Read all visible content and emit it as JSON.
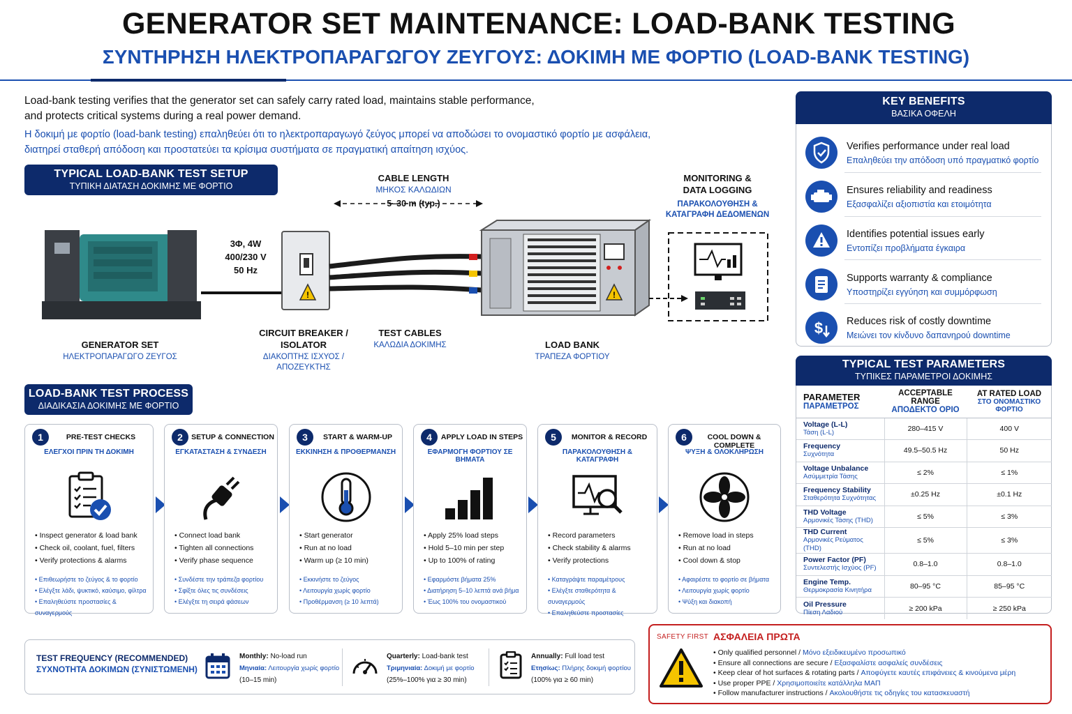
{
  "title": {
    "en": "GENERATOR SET MAINTENANCE: LOAD-BANK TESTING",
    "gr": "ΣΥΝΤΗΡΗΣΗ ΗΛΕΚΤΡΟΠΑΡΑΓΩΓΟΥ ΖΕΥΓΟΥΣ: ΔΟΚΙΜΗ ΜΕ ΦΟΡΤΙΟ (LOAD-BANK TESTING)"
  },
  "intro": {
    "en1": "Load-bank testing verifies that the generator set can safely carry rated load, maintains stable performance,",
    "en2": "and protects critical systems during a real power demand.",
    "gr1": "Η δοκιμή με φορτίο (load-bank testing) επαληθεύει ότι το ηλεκτροπαραγωγό ζεύγος μπορεί να αποδώσει το ονομαστικό φορτίο με ασφάλεια,",
    "gr2": "διατηρεί σταθερή απόδοση και προστατεύει τα κρίσιμα συστήματα σε πραγματική απαίτηση ισχύος."
  },
  "setup": {
    "header_en": "TYPICAL LOAD-BANK TEST SETUP",
    "header_gr": "ΤΥΠΙΚΗ ΔΙΑΤΑΣΗ ΔΟΚΙΜΗΣ ΜΕ ΦΟΡΤΙΟ",
    "generator_en": "GENERATOR SET",
    "generator_gr": "ΗΛΕΚΤΡΟΠΑΡΑΓΩΓΟ ΖΕΥΓΟΣ",
    "supply_1": "3Φ, 4W",
    "supply_2": "400/230 V",
    "supply_3": "50 Hz",
    "breaker_en_1": "CIRCUIT BREAKER /",
    "breaker_en_2": "ISOLATOR",
    "breaker_gr_1": "ΔΙΑΚΟΠΤΗΣ ΙΣΧΥΟΣ /",
    "breaker_gr_2": "ΑΠΟΖΕΥΚΤΗΣ",
    "cable_length_en": "CABLE LENGTH",
    "cable_length_gr": "ΜΗΚΟΣ ΚΑΛΩΔΙΩΝ",
    "cable_length_value": "5–30 m (typ.)",
    "test_cables_en": "TEST CABLES",
    "test_cables_gr": "ΚΑΛΩΔΙΑ ΔΟΚΙΜΗΣ",
    "load_bank_en": "LOAD BANK",
    "load_bank_gr": "ΤΡΑΠΕΖΑ ΦΟΡΤΙΟΥ",
    "monitoring_en_1": "MONITORING &",
    "monitoring_en_2": "DATA LOGGING",
    "monitoring_gr_1": "ΠΑΡΑΚΟΛΟΥΘΗΣΗ &",
    "monitoring_gr_2": "ΚΑΤΑΓΡΑΦΗ ΔΕΔΟΜΕΝΩΝ"
  },
  "process": {
    "header_en": "LOAD-BANK TEST PROCESS",
    "header_gr": "ΔΙΑΔΙΚΑΣΙΑ ΔΟΚΙΜΗΣ ΜΕ ΦΟΡΤΙΟ",
    "steps": [
      {
        "num": "1",
        "title": "PRE-TEST CHECKS",
        "gr": "ΕΛΕΓΧΟΙ ΠΡΙΝ ΤΗ ΔΟΚΙΜΗ",
        "icon": "clipboard-check-icon",
        "items": [
          "Inspect generator & load bank",
          "Check oil, coolant, fuel, filters",
          "Verify protections & alarms"
        ],
        "gr_items": [
          "Επιθεωρήστε το ζεύγος & το φορτίο",
          "Ελέγξτε λάδι, ψυκτικό, καύσιμο, φίλτρα",
          "Επαληθεύστε προστασίες & συναγερμούς"
        ]
      },
      {
        "num": "2",
        "title": "SETUP & CONNECTION",
        "gr": "ΕΓΚΑΤΑΣΤΑΣΗ & ΣΥΝΔΕΣΗ",
        "icon": "plug-cable-icon",
        "items": [
          "Connect load bank",
          "Tighten all connections",
          "Verify phase sequence"
        ],
        "gr_items": [
          "Συνδέστε την τράπεζα φορτίου",
          "Σφίξτε όλες τις συνδέσεις",
          "Ελέγξτε τη σειρά φάσεων"
        ]
      },
      {
        "num": "3",
        "title": "START & WARM-UP",
        "gr": "ΕΚΚΙΝΗΣΗ & ΠΡΟΘΕΡΜΑΝΣΗ",
        "icon": "thermometer-icon",
        "items": [
          "Start generator",
          "Run at no load",
          "Warm up (≥ 10 min)"
        ],
        "gr_items": [
          "Εκκινήστε το ζεύγος",
          "Λειτουργία χωρίς φορτίο",
          "Προθέρμανση (≥ 10 λεπτά)"
        ]
      },
      {
        "num": "4",
        "title": "APPLY LOAD IN STEPS",
        "gr": "ΕΦΑΡΜΟΓΗ ΦΟΡΤΙΟΥ ΣΕ ΒΗΜΑΤΑ",
        "icon": "bar-steps-icon",
        "items": [
          "Apply 25% load steps",
          "Hold 5–10 min per step",
          "Up to 100% of rating"
        ],
        "gr_items": [
          "Εφαρμόστε βήματα 25%",
          "Διατήρηση 5–10 λεπτά ανά βήμα",
          "Έως 100% του ονομαστικού"
        ]
      },
      {
        "num": "5",
        "title": "MONITOR & RECORD",
        "gr": "ΠΑΡΑΚΟΛΟΥΘΗΣΗ & ΚΑΤΑΓΡΑΦΗ",
        "icon": "monitor-magnifier-icon",
        "items": [
          "Record parameters",
          "Check stability & alarms",
          "Verify protections"
        ],
        "gr_items": [
          "Καταγράψτε παραμέτρους",
          "Ελέγξτε σταθερότητα & συναγερμούς",
          "Επαληθεύστε προστασίες"
        ]
      },
      {
        "num": "6",
        "title": "COOL DOWN & COMPLETE",
        "gr": "ΨΥΞΗ & ΟΛΟΚΛΗΡΩΣΗ",
        "icon": "fan-icon",
        "items": [
          "Remove load in steps",
          "Run at no load",
          "Cool down & stop"
        ],
        "gr_items": [
          "Αφαιρέστε το φορτίο σε βήματα",
          "Λειτουργία χωρίς φορτίο",
          "Ψύξη και διακοπή"
        ]
      }
    ]
  },
  "benefits": {
    "header_en": "KEY BENEFITS",
    "header_gr": "ΒΑΣΙΚΑ ΟΦΕΛΗ",
    "items": [
      {
        "en": "Verifies performance under real load",
        "gr": "Επαληθεύει την απόδοση υπό πραγματικό φορτίο",
        "icon": "shield-check-icon"
      },
      {
        "en": "Ensures reliability and readiness",
        "gr": "Εξασφαλίζει αξιοπιστία και ετοιμότητα",
        "icon": "engine-icon"
      },
      {
        "en": "Identifies potential issues early",
        "gr": "Εντοπίζει προβλήματα έγκαιρα",
        "icon": "warning-icon"
      },
      {
        "en": "Supports warranty & compliance",
        "gr": "Υποστηρίζει εγγύηση και συμμόρφωση",
        "icon": "document-icon"
      },
      {
        "en": "Reduces risk of costly downtime",
        "gr": "Μειώνει τον κίνδυνο δαπανηρού downtime",
        "icon": "dollar-down-icon"
      }
    ]
  },
  "parameters": {
    "header_en": "TYPICAL TEST PARAMETERS",
    "header_gr": "ΤΥΠΙΚΕΣ ΠΑΡΑΜΕΤΡΟΙ ΔΟΚΙΜΗΣ",
    "col1_en": "PARAMETER",
    "col1_gr": "ΠΑΡΑΜΕΤΡΟΣ",
    "col2_en": "ACCEPTABLE RANGE",
    "col2_gr": "ΑΠΟΔΕΚΤΟ ΟΡΙΟ",
    "col3_en": "AT RATED LOAD",
    "col3_gr": "ΣΤΟ ΟΝΟΜΑΣΤΙΚΟ ΦΟΡΤΙΟ",
    "rows": [
      {
        "en": "Voltage (L-L)",
        "gr": "Τάση (L-L)",
        "range": "280–415 V",
        "rated": "400 V"
      },
      {
        "en": "Frequency",
        "gr": "Συχνότητα",
        "range": "49.5–50.5 Hz",
        "rated": "50 Hz"
      },
      {
        "en": "Voltage Unbalance",
        "gr": "Ασύμμετρία Τάσης",
        "range": "≤ 2%",
        "rated": "≤ 1%"
      },
      {
        "en": "Frequency Stability",
        "gr": "Σταθερότητα Συχνότητας",
        "range": "±0.25 Hz",
        "rated": "±0.1 Hz"
      },
      {
        "en": "THD Voltage",
        "gr": "Αρμονικές Τάσης (THD)",
        "range": "≤ 5%",
        "rated": "≤ 3%"
      },
      {
        "en": "THD Current",
        "gr": "Αρμονικές Ρεύματος (THD)",
        "range": "≤ 5%",
        "rated": "≤ 3%"
      },
      {
        "en": "Power Factor (PF)",
        "gr": "Συντελεστής Ισχύος (PF)",
        "range": "0.8–1.0",
        "rated": "0.8–1.0"
      },
      {
        "en": "Engine Temp.",
        "gr": "Θερμοκρασία Κινητήρα",
        "range": "80–95 °C",
        "rated": "85–95 °C"
      },
      {
        "en": "Oil Pressure",
        "gr": "Πίεση Λαδιού",
        "range": "≥ 200 kPa",
        "rated": "≥ 250 kPa"
      }
    ]
  },
  "frequency": {
    "title_en": "TEST FREQUENCY (RECOMMENDED)",
    "title_gr": "ΣΥΧΝΟΤΗΤΑ ΔΟΚΙΜΩΝ (ΣΥΝΙΣΤΩΜΕΝΗ)",
    "items": [
      {
        "period": "Monthly:",
        "desc": "No-load run",
        "gr_period": "Μηνιαία:",
        "gr_desc": "Λειτουργία χωρίς φορτίο",
        "note": "(10–15 min)",
        "icon": "calendar-icon"
      },
      {
        "period": "Quarterly:",
        "desc": "Load-bank test",
        "gr_period": "Τριμηνιαία:",
        "gr_desc": "Δοκιμή με φορτίο",
        "note": "(25%–100% για ≥ 30 min)",
        "icon": "gauge-icon"
      },
      {
        "period": "Annually:",
        "desc": "Full load test",
        "gr_period": "Ετησίως:",
        "gr_desc": "Πλήρης δοκιμή φορτίου",
        "note": "(100% για ≥ 60 min)",
        "icon": "checklist-icon"
      }
    ]
  },
  "safety": {
    "label_en": "SAFETY FIRST",
    "title_gr": "ΑΣΦΑΛΕΙΑ ΠΡΩΤΑ",
    "items": [
      {
        "en": "Only qualified personnel / ",
        "gr": "Μόνο εξειδικευμένο προσωπικό"
      },
      {
        "en": "Ensure all connections are secure / ",
        "gr": "Εξασφαλίστε ασφαλείς συνδέσεις"
      },
      {
        "en": "Keep clear of hot surfaces & rotating parts / ",
        "gr": "Αποφύγετε καυτές επιφάνειες & κινούμενα μέρη"
      },
      {
        "en": "Use proper PPE / ",
        "gr": "Χρησιμοποιείτε κατάλληλα ΜΑΠ"
      },
      {
        "en": "Follow manufacturer instructions / ",
        "gr": "Ακολουθήστε τις οδηγίες του κατασκευαστή"
      }
    ]
  },
  "colors": {
    "navy": "#0d2a6b",
    "accent_blue": "#1a4fb0",
    "safety_red": "#c41e1e",
    "warning_yellow": "#f5c400"
  }
}
